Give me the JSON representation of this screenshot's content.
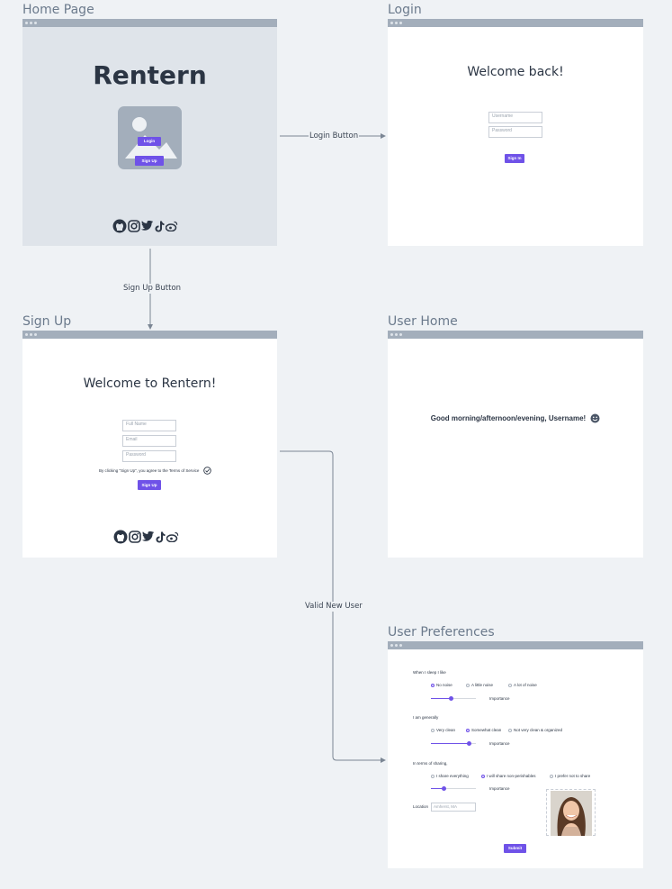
{
  "colors": {
    "accent": "#6f52e8",
    "frame_bar": "#a3aebb",
    "background": "#eff2f5",
    "home_bg": "#dfe4ea"
  },
  "frames": {
    "home": {
      "title": "Home Page",
      "app_name": "Rentern",
      "login_label": "Login",
      "signup_label": "Sign Up"
    },
    "login": {
      "title": "Login",
      "heading": "Welcome back!",
      "username_placeholder": "Username",
      "password_placeholder": "Password",
      "signin_label": "Sign In"
    },
    "signup": {
      "title": "Sign Up",
      "heading": "Welcome to Rentern!",
      "fullname_placeholder": "Full Name",
      "email_placeholder": "Email",
      "password_placeholder": "Password",
      "terms_text": "By clicking \"Sign Up\", you agree to the Terms of Service",
      "signup_label": "Sign Up"
    },
    "user_home": {
      "title": "User Home",
      "greeting": "Good morning/afternoon/evening, Username!"
    },
    "preferences": {
      "title": "User Preferences",
      "groups": [
        {
          "question": "When I sleep I like",
          "options": [
            "No noise",
            "A little noise",
            "A lot of noise"
          ],
          "selected": 0,
          "importance": 0.45
        },
        {
          "question": "I am generally",
          "options": [
            "Very clean",
            "Somewhat clean",
            "Not very clean & organized"
          ],
          "selected": 1,
          "importance": 0.85
        },
        {
          "question": "In terms of sharing,",
          "options": [
            "I share everything",
            "I will share non-perishables",
            "I prefer not to share"
          ],
          "selected": 1,
          "importance": 0.28
        }
      ],
      "importance_label": "Importance",
      "location_label": "Location",
      "location_placeholder": "Amherst, MA",
      "submit_label": "Submit"
    }
  },
  "edges": {
    "login_button": "Login Button",
    "signup_button": "Sign Up Button",
    "valid_new_user": "Valid New User"
  },
  "icons": [
    "github-icon",
    "instagram-icon",
    "twitter-icon",
    "tiktok-icon",
    "weibo-icon",
    "image-placeholder-icon",
    "check-circle-icon",
    "smile-emoji-icon",
    "profile-photo"
  ]
}
